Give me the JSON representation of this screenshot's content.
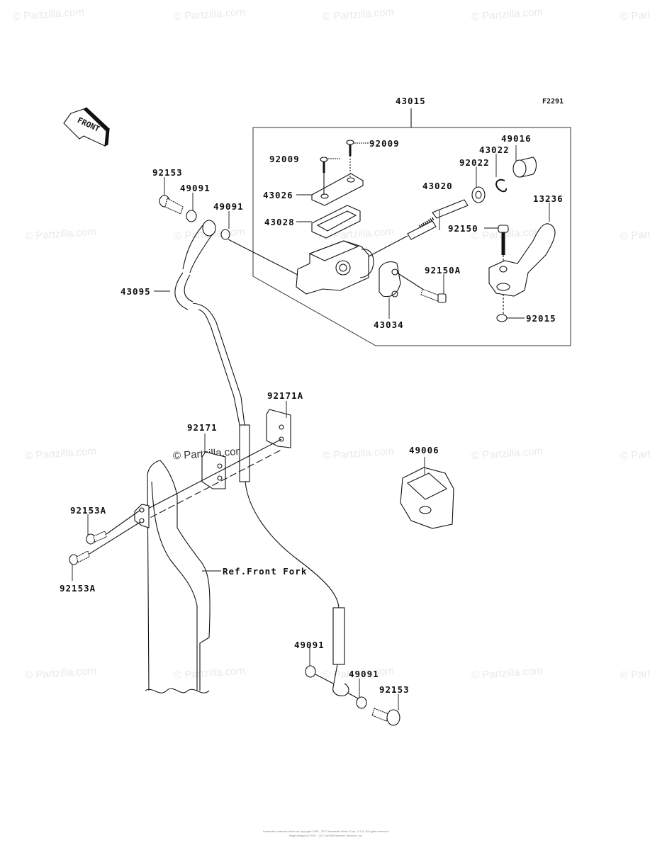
{
  "figure_code": "F2291",
  "front_indicator": "FRONT",
  "watermark": "© Partzilla.com",
  "reference_note": "Ref.Front Fork",
  "assembly": {
    "part_number": "43015",
    "parts": [
      "92009",
      "92009",
      "43026",
      "43028",
      "43020",
      "92022",
      "43022",
      "49016",
      "13236",
      "92150",
      "92150A",
      "43034",
      "92015"
    ]
  },
  "labels": {
    "a43015": "43015",
    "a92009_right": "92009",
    "a92009_left": "92009",
    "a43026": "43026",
    "a43028": "43028",
    "a43020": "43020",
    "a92022": "92022",
    "a43022": "43022",
    "a49016": "49016",
    "a13236": "13236",
    "a92150": "92150",
    "a92150A": "92150A",
    "a43034": "43034",
    "a92015": "92015",
    "b92153_top": "92153",
    "b49091_top1": "49091",
    "b49091_top2": "49091",
    "b43095": "43095",
    "b92171": "92171",
    "b92171A": "92171A",
    "b49006": "49006",
    "b92153A_1": "92153A",
    "b92153A_2": "92153A",
    "b49091_bot1": "49091",
    "b49091_bot2": "49091",
    "b92153_bot": "92153"
  },
  "footer": {
    "line1": "Kawasaki materials within all copyright 1995 - 2017 Kawasaki Motor Corp. U.S.A. All rights reserved.",
    "line2": "Page design (c) 2002 - 2017 by ARI Network Services, Inc."
  }
}
